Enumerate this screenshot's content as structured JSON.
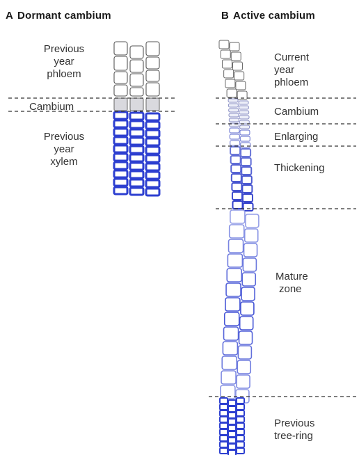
{
  "panel_a": {
    "letter": "A",
    "title": "Dormant cambium",
    "labels": {
      "phloem_line1": "Previous",
      "phloem_line2": "year",
      "phloem_line3": "phloem",
      "cambium": "Cambium",
      "xylem_line1": "Previous",
      "xylem_line2": "year",
      "xylem_line3": "xylem"
    }
  },
  "panel_b": {
    "letter": "B",
    "title": "Active cambium",
    "labels": {
      "current_line1": "Current",
      "current_line2": "year",
      "current_line3": "phloem",
      "cambium": "Cambium",
      "enlarging": "Enlarging",
      "thickening": "Thickening",
      "mature_line1": "Mature",
      "mature_line2": "zone",
      "previous_line1": "Previous",
      "previous_line2": "tree-ring"
    }
  },
  "colors": {
    "xylem_blue": "#2d3fd0",
    "light_blue": "#9aa6ea",
    "cell_outline": "#555555",
    "divider": "#333333"
  }
}
